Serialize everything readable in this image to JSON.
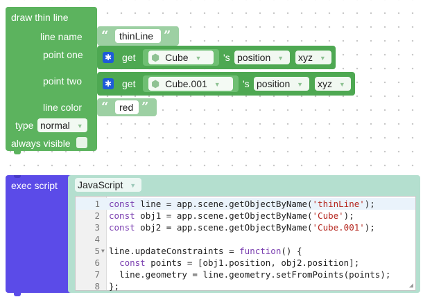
{
  "draw_block": {
    "title": "draw thin line",
    "line_name_label": "line name",
    "line_name_value": "thinLine",
    "point_one_label": "point one",
    "point_two_label": "point two",
    "line_color_label": "line color",
    "line_color_value": "red",
    "type_label": "type",
    "type_value": "normal",
    "always_visible_label": "always visible",
    "get_label": "get",
    "possessive_label": "'s",
    "point_one": {
      "object": "Cube",
      "property": "position",
      "component": "xyz"
    },
    "point_two": {
      "object": "Cube.001",
      "property": "position",
      "component": "xyz"
    }
  },
  "exec_block": {
    "title": "exec script",
    "language": "JavaScript",
    "code_lines": [
      {
        "num": "1",
        "text": "const line = app.scene.getObjectByName('thinLine');"
      },
      {
        "num": "2",
        "text": "const obj1 = app.scene.getObjectByName('Cube');"
      },
      {
        "num": "3",
        "text": "const obj2 = app.scene.getObjectByName('Cube.001');"
      },
      {
        "num": "4",
        "text": ""
      },
      {
        "num": "5",
        "text": "line.updateConstraints = function() {"
      },
      {
        "num": "6",
        "text": "  const points = [obj1.position, obj2.position];"
      },
      {
        "num": "7",
        "text": "  line.geometry = line.geometry.setFromPoints(points);"
      },
      {
        "num": "8",
        "text": "};"
      }
    ]
  },
  "colors": {
    "green_block": "#5cb35e",
    "exec_block": "#5b4be8",
    "code_field": "#b4dfcf",
    "gear_icon": "#1e5bd8"
  }
}
